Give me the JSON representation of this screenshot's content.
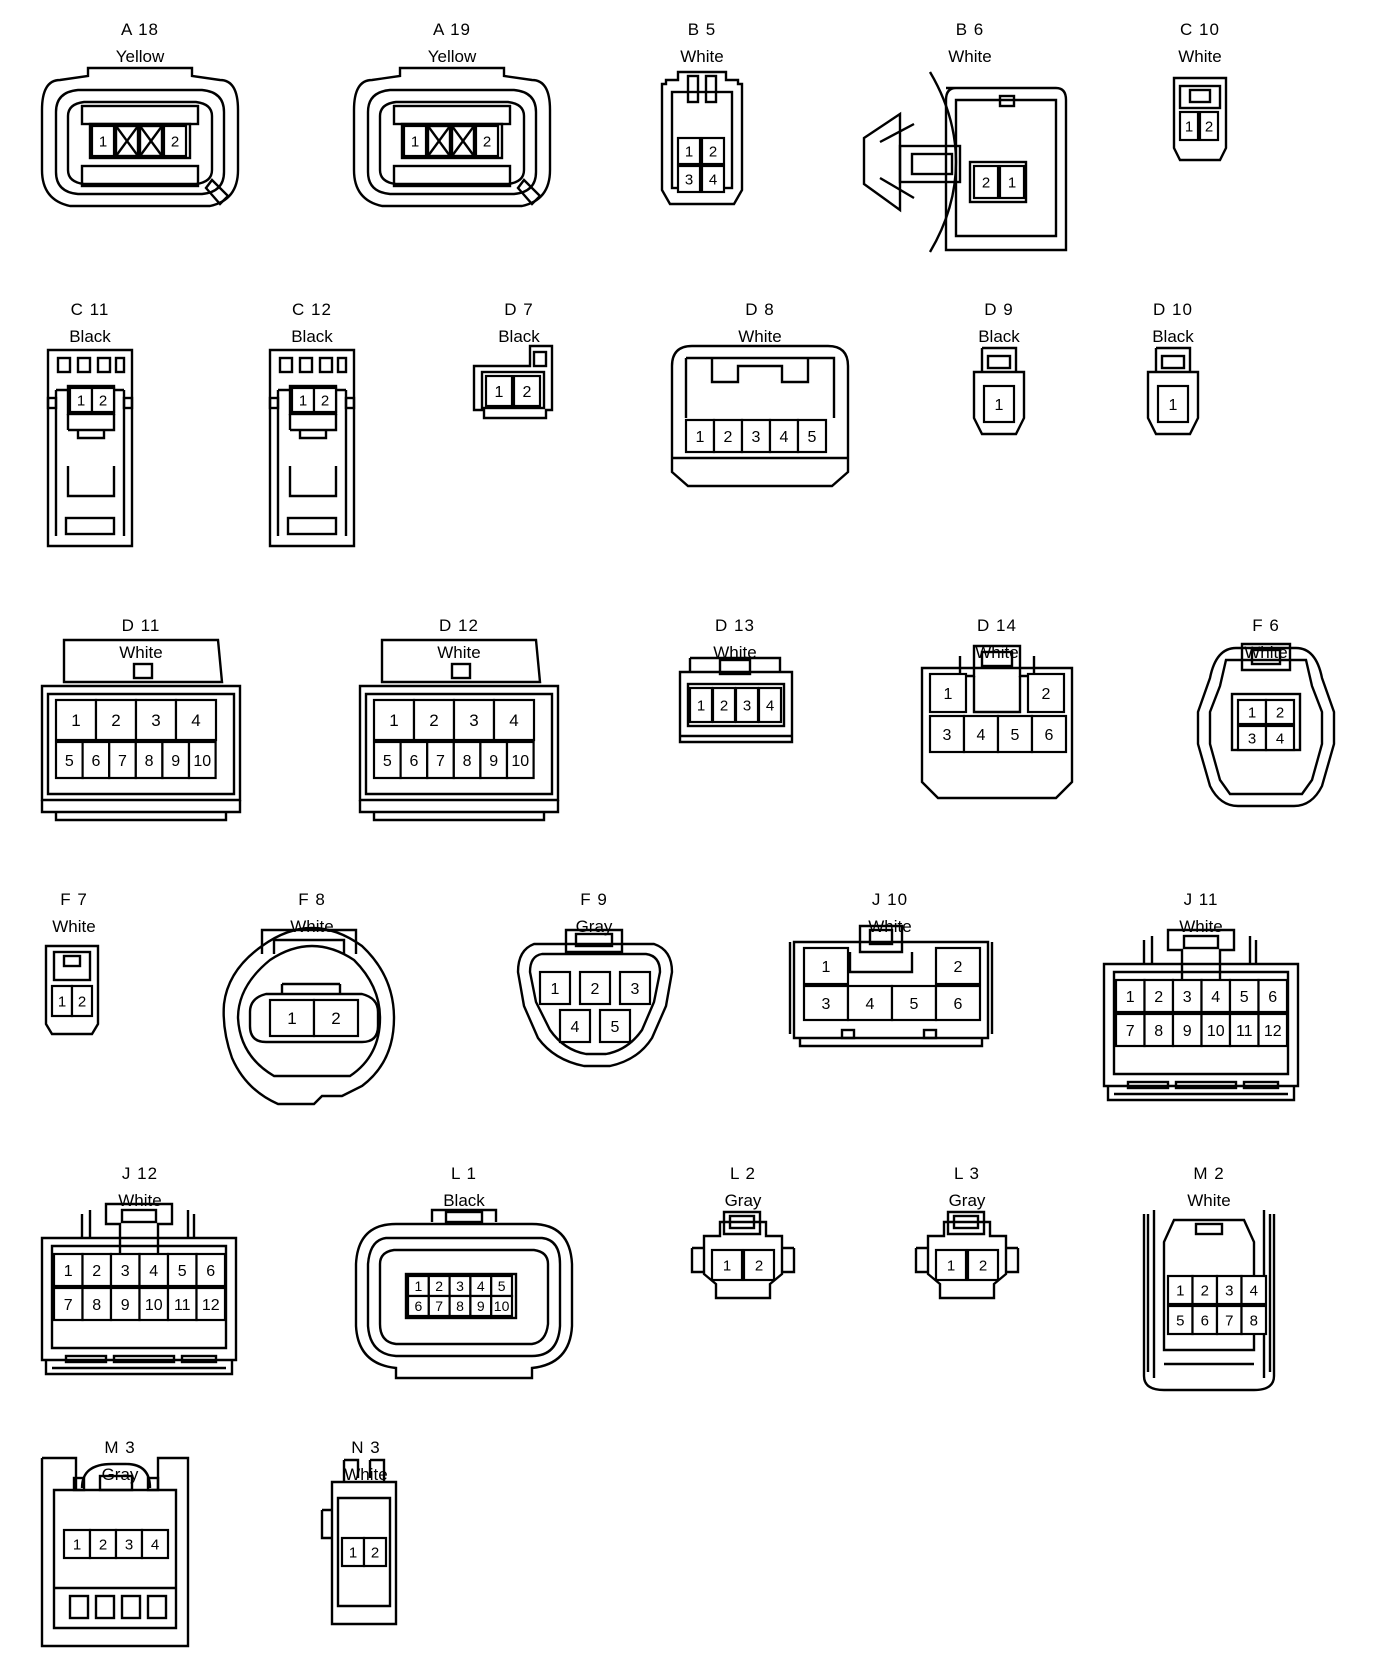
{
  "connectors": [
    {
      "id": "A 18",
      "color": "Yellow",
      "pins": [
        "1",
        "2"
      ]
    },
    {
      "id": "A 19",
      "color": "Yellow",
      "pins": [
        "1",
        "2"
      ]
    },
    {
      "id": "B 5",
      "color": "White",
      "pins": [
        "1",
        "2",
        "3",
        "4"
      ]
    },
    {
      "id": "B 6",
      "color": "White",
      "pins": [
        "2",
        "1"
      ]
    },
    {
      "id": "C 10",
      "color": "White",
      "pins": [
        "1",
        "2"
      ]
    },
    {
      "id": "C 11",
      "color": "Black",
      "pins": [
        "1",
        "2"
      ]
    },
    {
      "id": "C 12",
      "color": "Black",
      "pins": [
        "1",
        "2"
      ]
    },
    {
      "id": "D 7",
      "color": "Black",
      "pins": [
        "1",
        "2"
      ]
    },
    {
      "id": "D 8",
      "color": "White",
      "pins": [
        "1",
        "2",
        "3",
        "4",
        "5"
      ]
    },
    {
      "id": "D 9",
      "color": "Black",
      "pins": [
        "1"
      ]
    },
    {
      "id": "D 10",
      "color": "Black",
      "pins": [
        "1"
      ]
    },
    {
      "id": "D 11",
      "color": "White",
      "pins": [
        "1",
        "2",
        "3",
        "4",
        "5",
        "6",
        "7",
        "8",
        "9",
        "10"
      ]
    },
    {
      "id": "D 12",
      "color": "White",
      "pins": [
        "1",
        "2",
        "3",
        "4",
        "5",
        "6",
        "7",
        "8",
        "9",
        "10"
      ]
    },
    {
      "id": "D 13",
      "color": "White",
      "pins": [
        "1",
        "2",
        "3",
        "4"
      ]
    },
    {
      "id": "D 14",
      "color": "White",
      "pins": [
        "1",
        "2",
        "3",
        "4",
        "5",
        "6"
      ]
    },
    {
      "id": "F 6",
      "color": "White",
      "pins": [
        "1",
        "2",
        "3",
        "4"
      ]
    },
    {
      "id": "F 7",
      "color": "White",
      "pins": [
        "1",
        "2"
      ]
    },
    {
      "id": "F 8",
      "color": "White",
      "pins": [
        "1",
        "2"
      ]
    },
    {
      "id": "F 9",
      "color": "Gray",
      "pins": [
        "1",
        "2",
        "3",
        "4",
        "5"
      ]
    },
    {
      "id": "J 10",
      "color": "White",
      "pins": [
        "1",
        "2",
        "3",
        "4",
        "5",
        "6"
      ]
    },
    {
      "id": "J 11",
      "color": "White",
      "pins": [
        "1",
        "2",
        "3",
        "4",
        "5",
        "6",
        "7",
        "8",
        "9",
        "10",
        "11",
        "12"
      ]
    },
    {
      "id": "J 12",
      "color": "White",
      "pins": [
        "1",
        "2",
        "3",
        "4",
        "5",
        "6",
        "7",
        "8",
        "9",
        "10",
        "11",
        "12"
      ]
    },
    {
      "id": "L 1",
      "color": "Black",
      "pins": [
        "1",
        "2",
        "3",
        "4",
        "5",
        "6",
        "7",
        "8",
        "9",
        "10"
      ]
    },
    {
      "id": "L 2",
      "color": "Gray",
      "pins": [
        "1",
        "2"
      ]
    },
    {
      "id": "L 3",
      "color": "Gray",
      "pins": [
        "1",
        "2"
      ]
    },
    {
      "id": "M 2",
      "color": "White",
      "pins": [
        "1",
        "2",
        "3",
        "4",
        "5",
        "6",
        "7",
        "8"
      ]
    },
    {
      "id": "M 3",
      "color": "Gray",
      "pins": [
        "1",
        "2",
        "3",
        "4"
      ]
    },
    {
      "id": "N 3",
      "color": "White",
      "pins": [
        "1",
        "2"
      ]
    }
  ]
}
